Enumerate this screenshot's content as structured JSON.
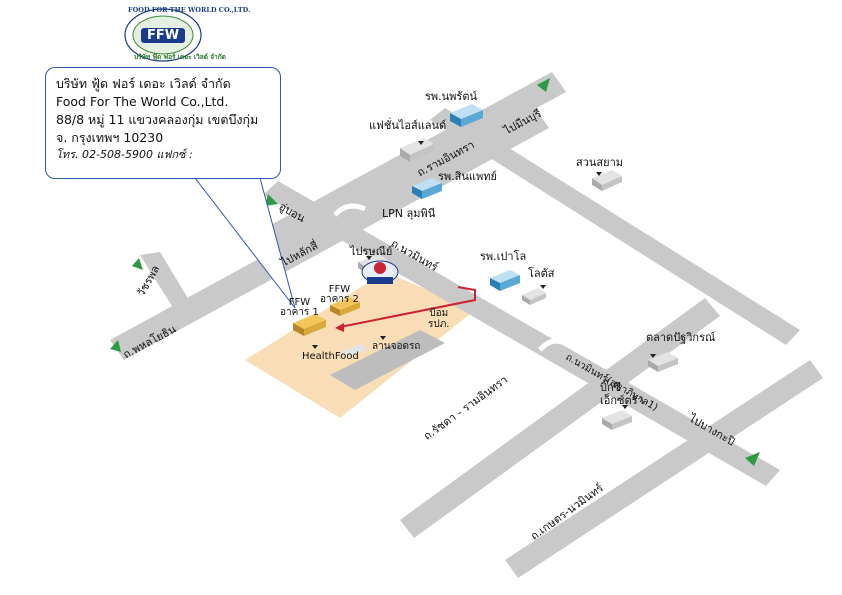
{
  "company": {
    "logo_top_text": "FOOD FOR THE WORLD CO.,LTD.",
    "logo_mark": "FFW",
    "logo_bottom_text": "บริษัท ฟู้ด ฟอร์ เดอะ เวิลด์ จำกัด",
    "name_th": "บริษัท ฟู้ด ฟอร์ เดอะ เวิลด์ จำกัด",
    "name_en": "Food For The World Co.,Ltd.",
    "address_1": "88/8 หมู่ 11 แขวงคลองกุ่ม เขตบึงกุ่ม",
    "address_2": "จ. กรุงเทพฯ 10230",
    "phone": "โทร. 02-508-5900 แฟกซ์ :"
  },
  "colors": {
    "road": "#c9c9c9",
    "area": "#f8ddb6",
    "route": "#cc2233",
    "arrow": "#2e9a43",
    "box_border": "#2d5aa8",
    "building_gold": "#d9a93a"
  },
  "labels": {
    "hospital_noppharat": "รพ.นพรัตน์",
    "fashion_island": "แฟชั่นไอส์แลนด์",
    "ram_inthra": "ถ.รามอินทรา",
    "to_minburi": "ไปมีนบุรี",
    "suan_siam": "สวนสยาม",
    "hospital_sinphaet": "รพ.สินแพทย์",
    "lpn": "LPN ลุมพินี",
    "u_bon": "อู่บอน",
    "nawamin": "ถ.นวมินทร์",
    "to_laksi": "ไปหลักสี่",
    "post_office": "ไปรษณีย์",
    "vacharapol": "วัชรพล",
    "phahonyothin": "ถ.พหลโยธิน",
    "hospital_paolo": "รพ.เปาโล",
    "lotus": "โลตัส",
    "ffw_building_1": "FFW\nอาคาร 1",
    "ffw_building_2": "FFW\nอาคาร 2",
    "health_food": "HealthFood",
    "police_box": "ป้อม\nรปภ.",
    "parking": "ลานจอดรถ",
    "nawamin_sukhaphiban": "ถ.นวมินทร์(สุขาภิบาล1)",
    "talat_pracha": "ตลาดปัฐวิกรณ์",
    "big_c": "บิ๊กซี\nเอ็กซ์ตร้า",
    "ratchada_ram": "ถ.รัชดา - รามอินทรา",
    "kaset_nawamin": "ถ.เกษตร-นวมินทร์",
    "to_bangkapi": "ไปบางกะปิ"
  }
}
